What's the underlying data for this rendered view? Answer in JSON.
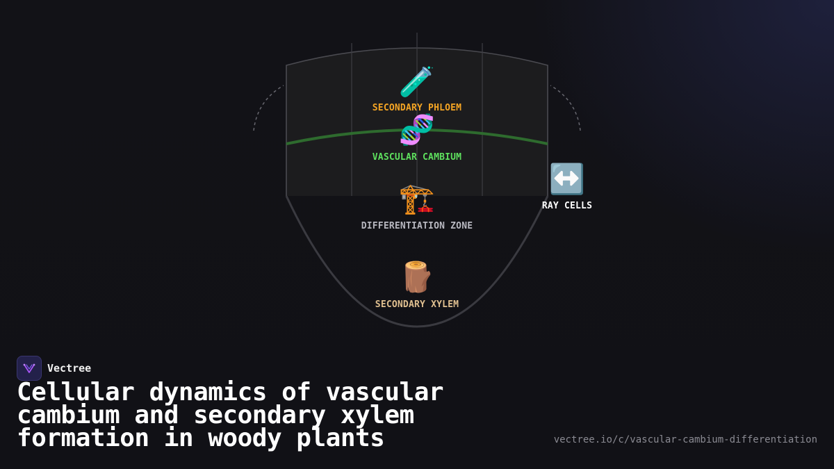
{
  "colors": {
    "phloem": "#f5a524",
    "cambium": "#5ee05e",
    "differentiation": "#b8b8c0",
    "xylem": "#e0c090",
    "ray": "#ffffff",
    "cambium_line": "#2e6b2e"
  },
  "diagram": {
    "zones": [
      {
        "key": "phloem",
        "emoji": "🧪",
        "icon": "test-tube-icon",
        "label": "SECONDARY PHLOEM"
      },
      {
        "key": "cambium",
        "emoji": "🧬",
        "icon": "dna-icon",
        "label": "VASCULAR CAMBIUM"
      },
      {
        "key": "differentiation",
        "emoji": "🏗️",
        "icon": "crane-icon",
        "label": "DIFFERENTIATION ZONE"
      },
      {
        "key": "xylem",
        "emoji": "🪵",
        "icon": "wood-log-icon",
        "label": "SECONDARY XYLEM"
      }
    ],
    "ray": {
      "emoji": "↔️",
      "icon": "left-right-arrow-icon",
      "label": "RAY CELLS"
    }
  },
  "brand": {
    "name": "Vectree"
  },
  "title": "Cellular dynamics of vascular cambium and secondary xylem formation in woody plants",
  "url": "vectree.io/c/vascular-cambium-differentiation"
}
